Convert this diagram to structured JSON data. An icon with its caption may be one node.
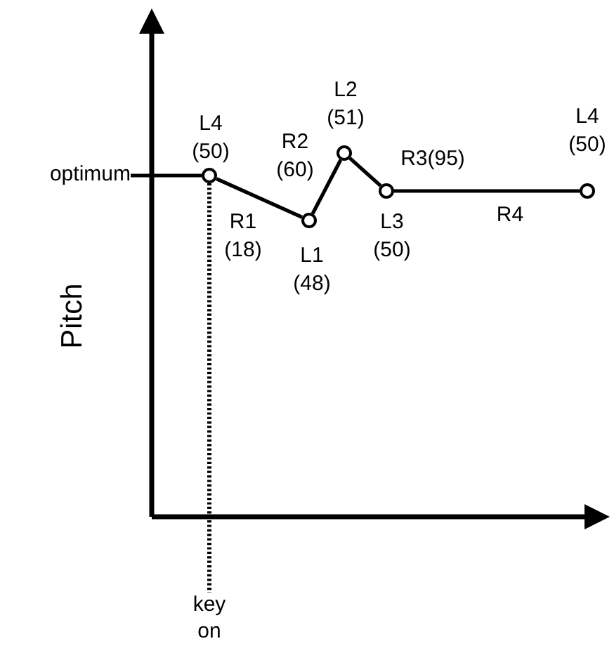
{
  "diagram": {
    "nodes": [
      {
        "text": [
          "optimum"
        ]
      },
      {
        "text": [],
        "shape": "circle",
        "beside": [
          "L4 (50)"
        ]
      },
      {
        "text": [],
        "shape": "circle",
        "beside": [
          "L1 (48)"
        ]
      },
      {
        "text": [],
        "shape": "circle",
        "beside": [
          "L2 (51)"
        ]
      },
      {
        "text": [],
        "shape": "circle",
        "beside": [
          "L3 (50)"
        ]
      },
      {
        "text": [],
        "shape": "circle",
        "beside": [
          "L4 (50)"
        ]
      },
      {
        "text": [
          "key on"
        ]
      }
    ],
    "edges": [
      {
        "from": 0,
        "to": 1,
        "arrow": "none"
      },
      {
        "from": 1,
        "to": 2,
        "arrow": "none",
        "label": "R1 (18)"
      },
      {
        "from": 2,
        "to": 3,
        "arrow": "none",
        "label": "R2 (60)"
      },
      {
        "from": 3,
        "to": 4,
        "arrow": "none",
        "label": "R3(95)"
      },
      {
        "from": 4,
        "to": 5,
        "arrow": "none",
        "label": "R4"
      },
      {
        "from": 1,
        "to": 6,
        "arrow": "none",
        "style": "dashed"
      }
    ],
    "labels": [
      "Pitch"
    ]
  }
}
